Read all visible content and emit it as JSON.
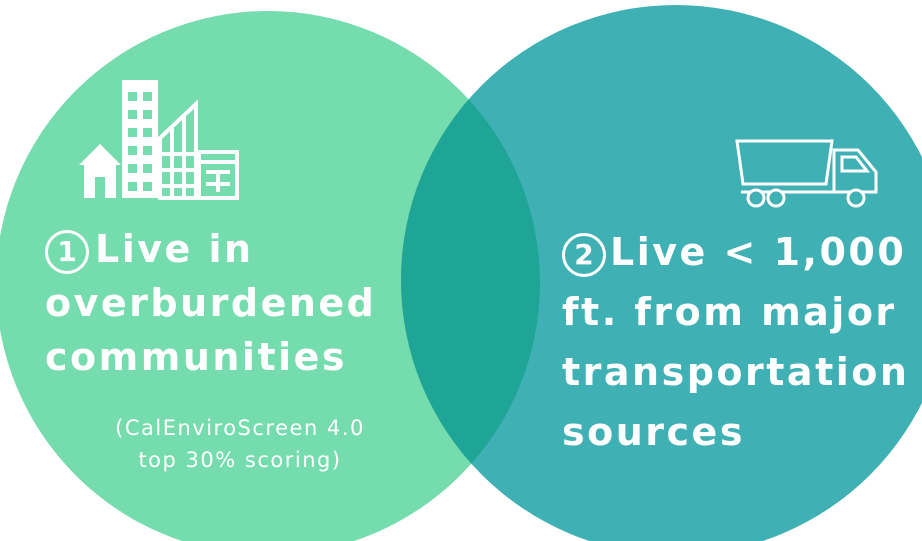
{
  "colors": {
    "left_circle": "#74dcad",
    "right_circle": "#3fb0b4",
    "overlap": "#1fa596",
    "text": "#ffffff"
  },
  "icons": {
    "left": "city-buildings-icon",
    "right": "dump-truck-icon"
  },
  "left": {
    "number": "1",
    "title_lines": [
      "Live in",
      "overburdened",
      "communities"
    ],
    "note_lines": [
      "(CalEnviroScreen 4.0",
      "top 30% scoring)"
    ]
  },
  "right": {
    "number": "2",
    "title_lines": [
      "Live < 1,000",
      "ft. from major",
      "transportation",
      "sources"
    ]
  }
}
